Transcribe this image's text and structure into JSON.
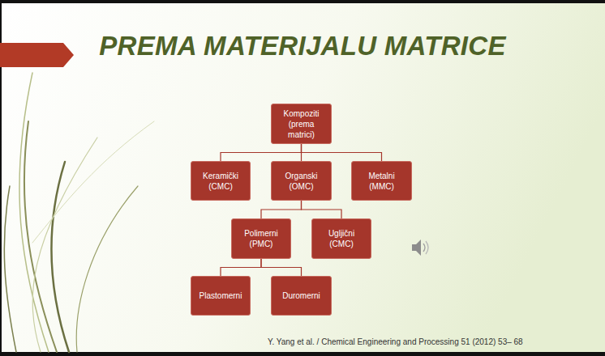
{
  "diagram": {
    "title": "PREMA MATERIJALU MATRICE",
    "caption": "Y. Yang et al. / Chemical Engineering and Processing 51 (2012) 53– 68",
    "nodes": [
      {
        "text": [
          "Kompoziti (prema matrici)"
        ]
      },
      {
        "text": [
          "Keramički (CMC)"
        ]
      },
      {
        "text": [
          "Organski (OMC)"
        ]
      },
      {
        "text": [
          "Metalni (MMC)"
        ]
      },
      {
        "text": [
          "Polimerni (PMC)"
        ]
      },
      {
        "text": [
          "Ugljični (CMC)"
        ]
      },
      {
        "text": [
          "Plastomerni"
        ]
      },
      {
        "text": [
          "Duromerni"
        ]
      }
    ],
    "edges": [
      {
        "from": 0,
        "to": 1,
        "arrow": "none"
      },
      {
        "from": 0,
        "to": 2,
        "arrow": "none"
      },
      {
        "from": 0,
        "to": 3,
        "arrow": "none"
      },
      {
        "from": 2,
        "to": 4,
        "arrow": "none"
      },
      {
        "from": 2,
        "to": 5,
        "arrow": "none"
      },
      {
        "from": 4,
        "to": 6,
        "arrow": "none"
      },
      {
        "from": 4,
        "to": 7,
        "arrow": "none"
      }
    ]
  }
}
